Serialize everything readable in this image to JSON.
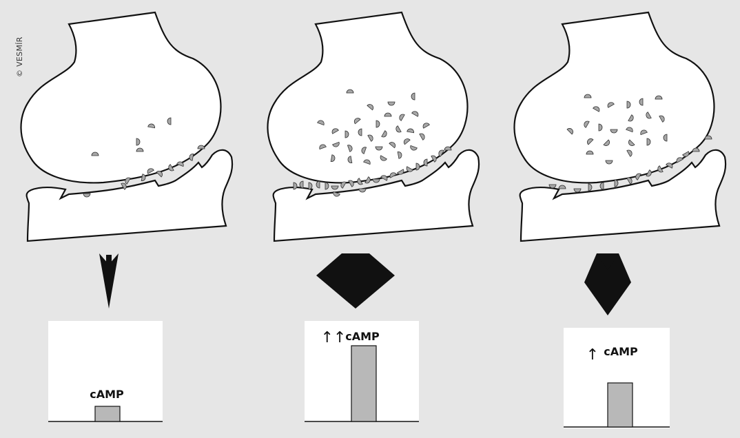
{
  "copyright": "© VESMÍR",
  "panels": [
    {
      "id": "low",
      "camp_label": "cAMP",
      "up_arrows": "",
      "camp_level": 0.19
    },
    {
      "id": "high",
      "camp_label": "cAMP",
      "up_arrows": "↑↑",
      "camp_level": 0.92
    },
    {
      "id": "medium",
      "camp_label": "cAMP",
      "up_arrows": "↑",
      "camp_level": 0.49
    }
  ]
}
